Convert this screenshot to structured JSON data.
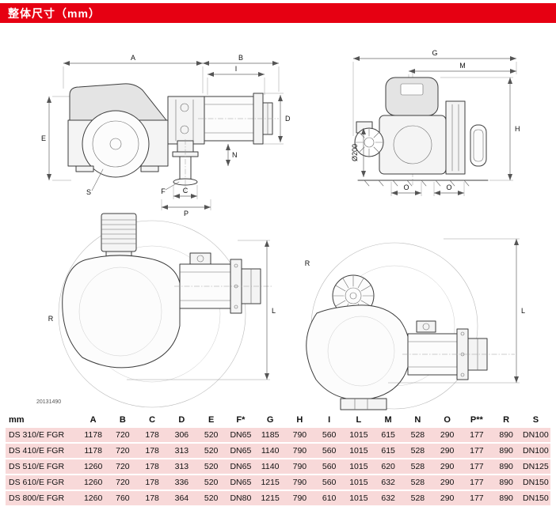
{
  "header": {
    "title": "整体尺寸（mm）",
    "bar_color": "#e60012"
  },
  "figure": {
    "code": "20131490"
  },
  "drawing_labels": {
    "side_view": {
      "a": "A",
      "b": "B",
      "i": "I",
      "d": "D",
      "e": "E",
      "n": "N",
      "s": "S",
      "f": "F",
      "c": "C",
      "p": "P"
    },
    "rear_view": {
      "g": "G",
      "m": "M",
      "h": "H",
      "diameter": "Ø200",
      "o_left": "O",
      "o_right": "O"
    },
    "plan_view_left": {
      "r": "R",
      "l": "L"
    },
    "plan_view_right": {
      "r": "R",
      "l": "L"
    }
  },
  "table": {
    "unit_header": "mm",
    "headers": [
      "A",
      "B",
      "C",
      "D",
      "E",
      "F*",
      "G",
      "H",
      "I",
      "L",
      "M",
      "N",
      "O",
      "P**",
      "R",
      "S"
    ],
    "rows": [
      {
        "model": "DS 310/E FGR",
        "values": [
          "1178",
          "720",
          "178",
          "306",
          "520",
          "DN65",
          "1185",
          "790",
          "560",
          "1015",
          "615",
          "528",
          "290",
          "177",
          "890",
          "DN100"
        ]
      },
      {
        "model": "DS 410/E FGR",
        "values": [
          "1178",
          "720",
          "178",
          "313",
          "520",
          "DN65",
          "1140",
          "790",
          "560",
          "1015",
          "615",
          "528",
          "290",
          "177",
          "890",
          "DN100"
        ]
      },
      {
        "model": "DS 510/E FGR",
        "values": [
          "1260",
          "720",
          "178",
          "313",
          "520",
          "DN65",
          "1140",
          "790",
          "560",
          "1015",
          "620",
          "528",
          "290",
          "177",
          "890",
          "DN125"
        ]
      },
      {
        "model": "DS 610/E FGR",
        "values": [
          "1260",
          "720",
          "178",
          "336",
          "520",
          "DN65",
          "1215",
          "790",
          "560",
          "1015",
          "632",
          "528",
          "290",
          "177",
          "890",
          "DN150"
        ]
      },
      {
        "model": "DS 800/E FGR",
        "values": [
          "1260",
          "760",
          "178",
          "364",
          "520",
          "DN80",
          "1215",
          "790",
          "610",
          "1015",
          "632",
          "528",
          "290",
          "177",
          "890",
          "DN150"
        ]
      }
    ]
  }
}
